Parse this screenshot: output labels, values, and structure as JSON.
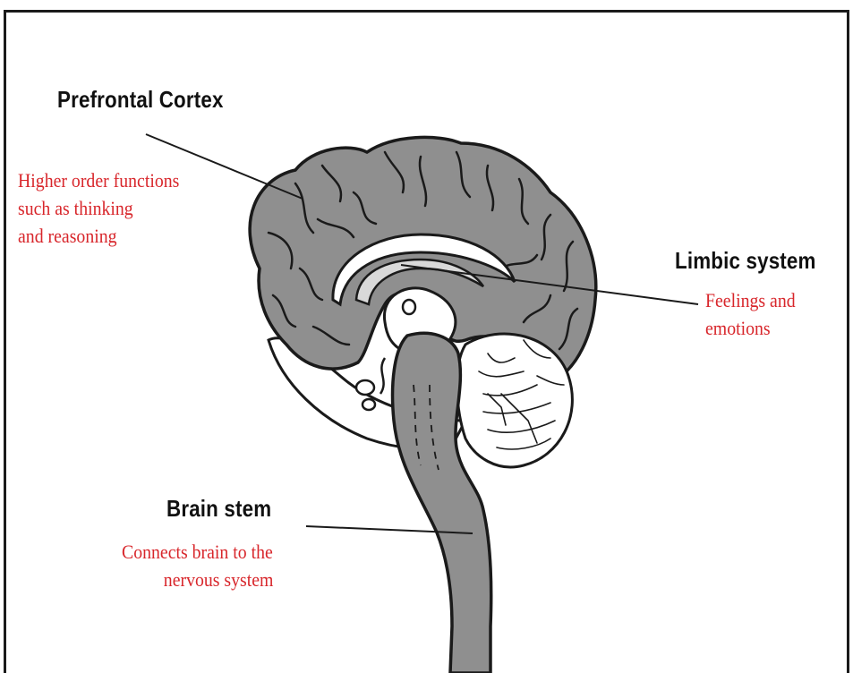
{
  "colors": {
    "title": "#111111",
    "description": "#d8262b",
    "brain_fill": "#8f8f8f",
    "brain_outline": "#1a1a1a",
    "leader_line": "#1a1a1a"
  },
  "labels": {
    "prefrontal": {
      "title": "Prefrontal Cortex",
      "description": [
        "Higher order functions",
        "such as thinking",
        "and reasoning"
      ]
    },
    "limbic": {
      "title": "Limbic system",
      "description": [
        "Feelings and",
        "emotions"
      ]
    },
    "brainstem": {
      "title": "Brain stem",
      "description": [
        "Connects brain to the",
        "nervous system"
      ]
    }
  }
}
